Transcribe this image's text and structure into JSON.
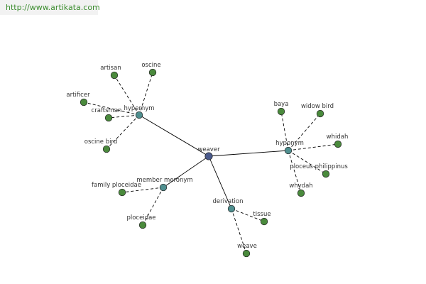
{
  "header": {
    "url": "http://www.artikata.com",
    "url_color": "#3c8d2f"
  },
  "colors": {
    "center_node": "#4a5a8c",
    "relation_node": "#4f8f8f",
    "leaf_node": "#4a8a3c",
    "edge": "#000000"
  },
  "graph": {
    "center": {
      "id": "weaver",
      "label": "weaver"
    },
    "relations": [
      {
        "id": "hypernym",
        "label": "hypernym"
      },
      {
        "id": "hyponym",
        "label": "hyponym"
      },
      {
        "id": "member-meronym",
        "label": "member meronym"
      },
      {
        "id": "derivation",
        "label": "derivation"
      }
    ],
    "leaves": [
      {
        "id": "artisan",
        "label": "artisan",
        "relation": "hypernym"
      },
      {
        "id": "oscine",
        "label": "oscine",
        "relation": "hypernym"
      },
      {
        "id": "artificer",
        "label": "artificer",
        "relation": "hypernym"
      },
      {
        "id": "craftsman",
        "label": "craftsman",
        "relation": "hypernym"
      },
      {
        "id": "oscine-bird",
        "label": "oscine bird",
        "relation": "hypernym"
      },
      {
        "id": "baya",
        "label": "baya",
        "relation": "hyponym"
      },
      {
        "id": "widow-bird",
        "label": "widow bird",
        "relation": "hyponym"
      },
      {
        "id": "whidah",
        "label": "whidah",
        "relation": "hyponym"
      },
      {
        "id": "ploceus-philippinus",
        "label": "ploceus philippinus",
        "relation": "hyponym"
      },
      {
        "id": "whydah",
        "label": "whydah",
        "relation": "hyponym"
      },
      {
        "id": "family-ploceidae",
        "label": "family ploceidae",
        "relation": "member-meronym"
      },
      {
        "id": "ploceidae",
        "label": "ploceidae",
        "relation": "member-meronym"
      },
      {
        "id": "tissue",
        "label": "tissue",
        "relation": "derivation"
      },
      {
        "id": "weave",
        "label": "weave",
        "relation": "derivation"
      }
    ]
  }
}
